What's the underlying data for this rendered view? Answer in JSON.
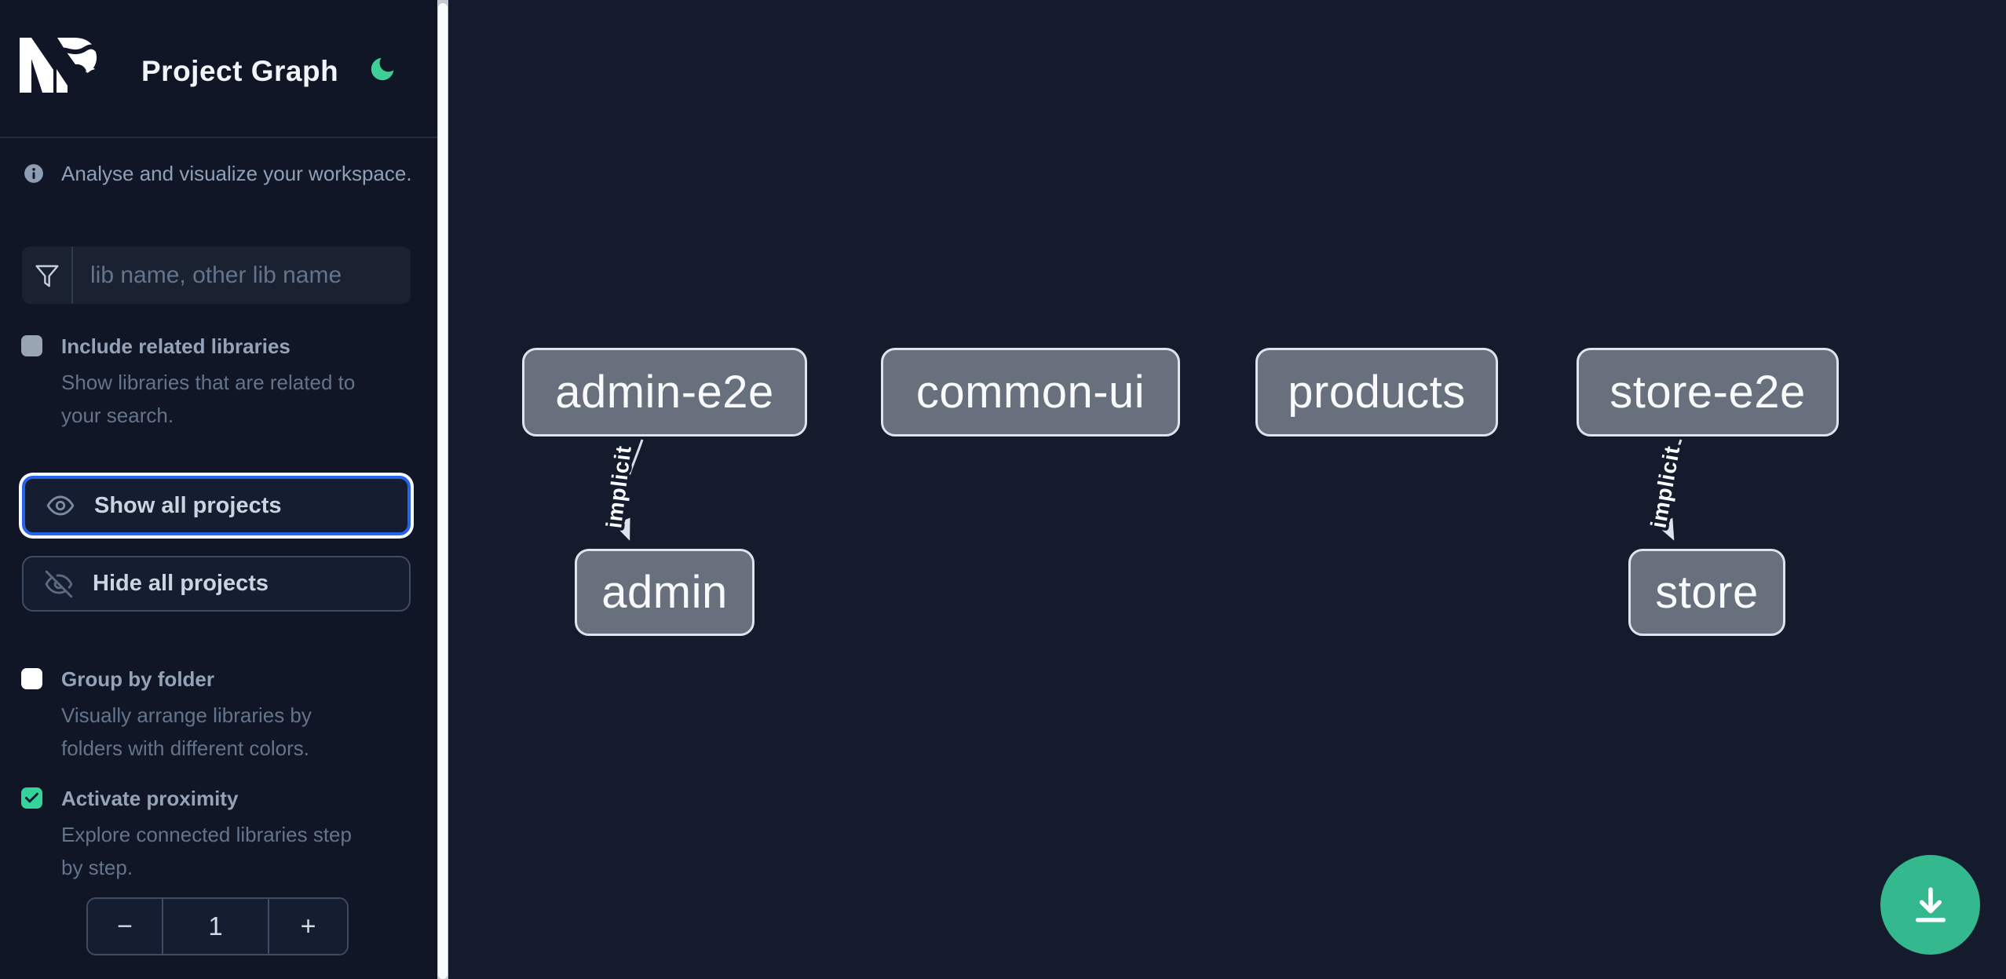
{
  "header": {
    "title": "Project Graph",
    "logo": "nx-logo",
    "theme_toggle_icon": "moon-icon"
  },
  "sidebar": {
    "tagline": "Analyse and visualize your workspace.",
    "search": {
      "placeholder": "lib name, other lib name",
      "value": "",
      "icon": "filter-funnel-icon"
    },
    "include_related": {
      "label": "Include related libraries",
      "description": "Show libraries that are related to\nyour search.",
      "checked": false,
      "disabled": true
    },
    "show_all_label": "Show all projects",
    "hide_all_label": "Hide all projects",
    "group_by_folder": {
      "label": "Group by folder",
      "description": "Visually arrange libraries by\nfolders with different colors.",
      "checked": false
    },
    "activate_proximity": {
      "label": "Activate proximity",
      "description": "Explore connected libraries step\nby step.",
      "checked": true
    },
    "proximity_stepper": {
      "decrement_label": "−",
      "value": "1",
      "increment_label": "+"
    }
  },
  "graph": {
    "nodes": [
      {
        "label": "admin-e2e"
      },
      {
        "label": "common-ui"
      },
      {
        "label": "products"
      },
      {
        "label": "store-e2e"
      },
      {
        "label": "admin"
      },
      {
        "label": "store"
      }
    ],
    "edges": [
      {
        "from": "admin-e2e",
        "to": "admin",
        "label": "implicit",
        "type": "implicit"
      },
      {
        "from": "store-e2e",
        "to": "store",
        "label": "implicit",
        "type": "implicit"
      }
    ]
  },
  "fab": {
    "icon": "download-icon"
  },
  "colors": {
    "accent_green": "#34d399",
    "fab_green": "#34b98f",
    "focus_blue": "#2563eb",
    "sidebar_bg": "#101626",
    "canvas_bg": "#141b2d",
    "node_fill": "#69707d",
    "node_border": "#dee4ec"
  }
}
